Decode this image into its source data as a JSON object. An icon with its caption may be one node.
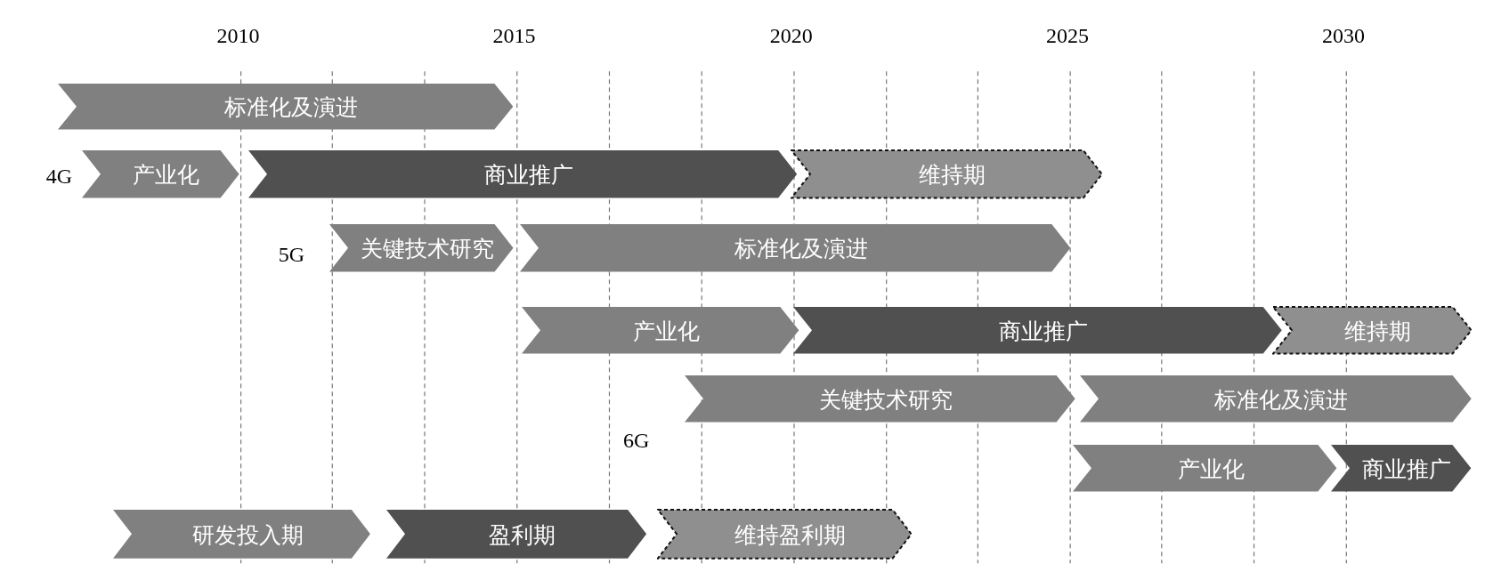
{
  "diagram": {
    "nodes": [
      {
        "text": [
          "标准化及演进"
        ]
      },
      {
        "text": [
          "产业化"
        ]
      },
      {
        "text": [
          "商业推广"
        ]
      },
      {
        "text": [
          "维持期"
        ]
      },
      {
        "text": [
          "关键技术研究"
        ]
      },
      {
        "text": [
          "标准化及演进"
        ]
      },
      {
        "text": [
          "产业化"
        ]
      },
      {
        "text": [
          "商业推广"
        ]
      },
      {
        "text": [
          "维持期"
        ]
      },
      {
        "text": [
          "关键技术研究"
        ]
      },
      {
        "text": [
          "标准化及演进"
        ]
      },
      {
        "text": [
          "产业化"
        ]
      },
      {
        "text": [
          "商业推广"
        ]
      },
      {
        "text": [
          "研发投入期"
        ]
      },
      {
        "text": [
          "盈利期"
        ]
      },
      {
        "text": [
          "维持盈利期"
        ]
      }
    ],
    "labels": [
      "2010",
      "2015",
      "2020",
      "2025",
      "2030",
      "4G",
      "5G",
      "6G"
    ]
  }
}
